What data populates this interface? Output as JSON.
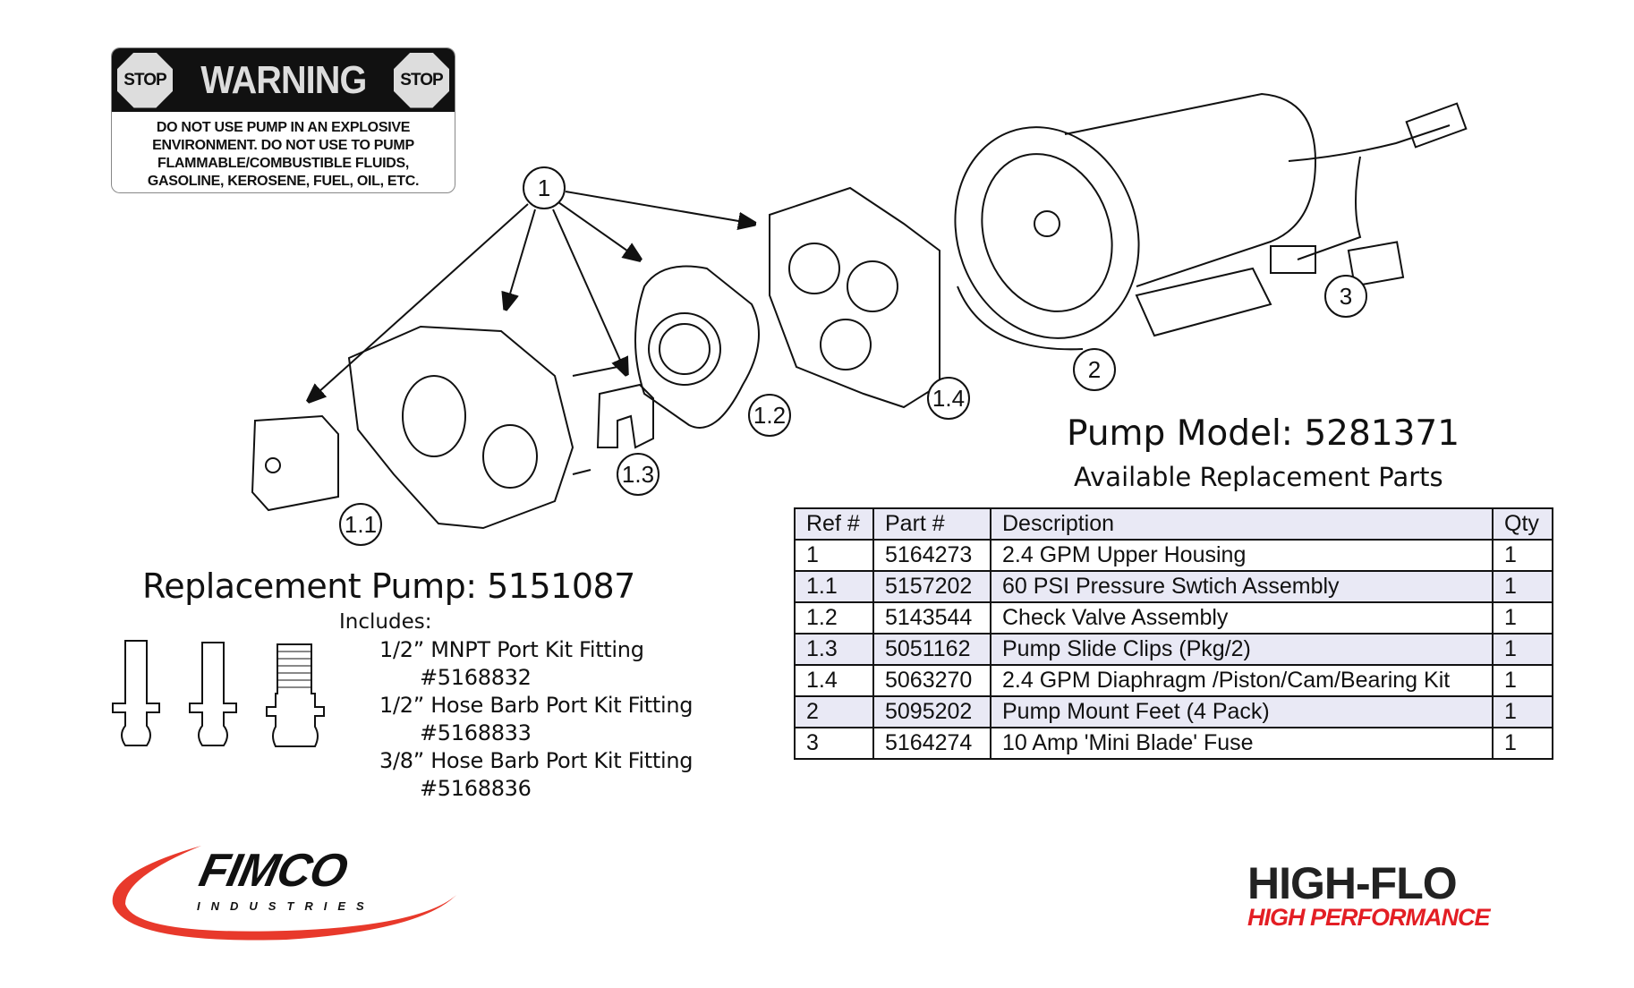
{
  "warning": {
    "stop_label": "STOP",
    "title": "WARNING",
    "lines": [
      "DO NOT USE PUMP IN AN EXPLOSIVE",
      "ENVIRONMENT. DO NOT USE TO PUMP",
      "FLAMMABLE/COMBUSTIBLE FLUIDS,",
      "GASOLINE, KEROSENE, FUEL, OIL, ETC."
    ]
  },
  "callouts": {
    "c1": "1",
    "c11": "1.1",
    "c12": "1.2",
    "c13": "1.3",
    "c14": "1.4",
    "c2": "2",
    "c3": "3"
  },
  "replacement_pump": {
    "title": "Replacement Pump:  5151087",
    "includes": "Includes:",
    "fittings": [
      {
        "name": "1/2” MNPT Port Kit Fitting",
        "part": "#5168832"
      },
      {
        "name": "1/2” Hose Barb Port Kit Fitting",
        "part": "#5168833"
      },
      {
        "name": "3/8” Hose Barb Port Kit Fitting",
        "part": "#5168836"
      }
    ]
  },
  "pump_model": {
    "title": "Pump Model:  5281371",
    "subtitle": "Available Replacement Parts"
  },
  "table": {
    "headers": [
      "Ref #",
      "Part #",
      "Description",
      "Qty"
    ],
    "rows": [
      [
        "1",
        "5164273",
        "2.4 GPM Upper Housing",
        "1"
      ],
      [
        "1.1",
        "5157202",
        "60 PSI Pressure Swtich Assembly",
        "1"
      ],
      [
        "1.2",
        "5143544",
        "Check Valve Assembly",
        "1"
      ],
      [
        "1.3",
        "5051162",
        "Pump Slide Clips (Pkg/2)",
        "1"
      ],
      [
        "1.4",
        "5063270",
        "2.4 GPM Diaphragm /Piston/Cam/Bearing Kit",
        "1"
      ],
      [
        "2",
        "5095202",
        "Pump Mount Feet (4 Pack)",
        "1"
      ],
      [
        "3",
        "5164274",
        "10 Amp 'Mini Blade' Fuse",
        "1"
      ]
    ]
  },
  "logos": {
    "fimco": "FIMCO",
    "fimco_sub": "INDUSTRIES",
    "highflo": "HIGH-FLO",
    "highflo_sub": "HIGH PERFORMANCE"
  },
  "colors": {
    "red": "#e8392b",
    "table_alt": "#e9e9f5"
  }
}
